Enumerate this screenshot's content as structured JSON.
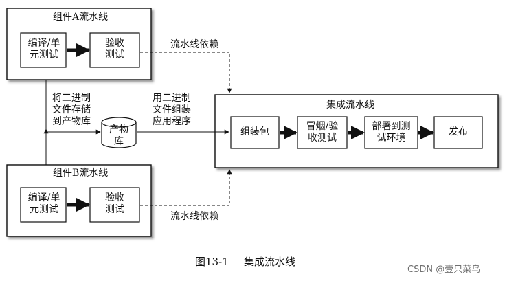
{
  "pipeline_a": {
    "title": "组件A流水线",
    "step1": "编译/单\n元测试",
    "step2": "验收\n测试"
  },
  "pipeline_b": {
    "title": "组件B流水线",
    "step1": "编译/单\n元测试",
    "step2": "验收\n测试"
  },
  "dependency_label": "流水线依赖",
  "store_label": "将二进制\n文件存储\n到产物库",
  "use_label": "用二进制\n文件组装\n应用程序",
  "artifact_repo": "产物\n库",
  "integration": {
    "title": "集成流水线",
    "steps": [
      "组装包",
      "冒烟/验\n收测试",
      "部署到测\n试环境",
      "发布"
    ]
  },
  "caption": {
    "figure": "图13-1",
    "title": "集成流水线"
  },
  "watermark": "CSDN @壹只菜鸟"
}
